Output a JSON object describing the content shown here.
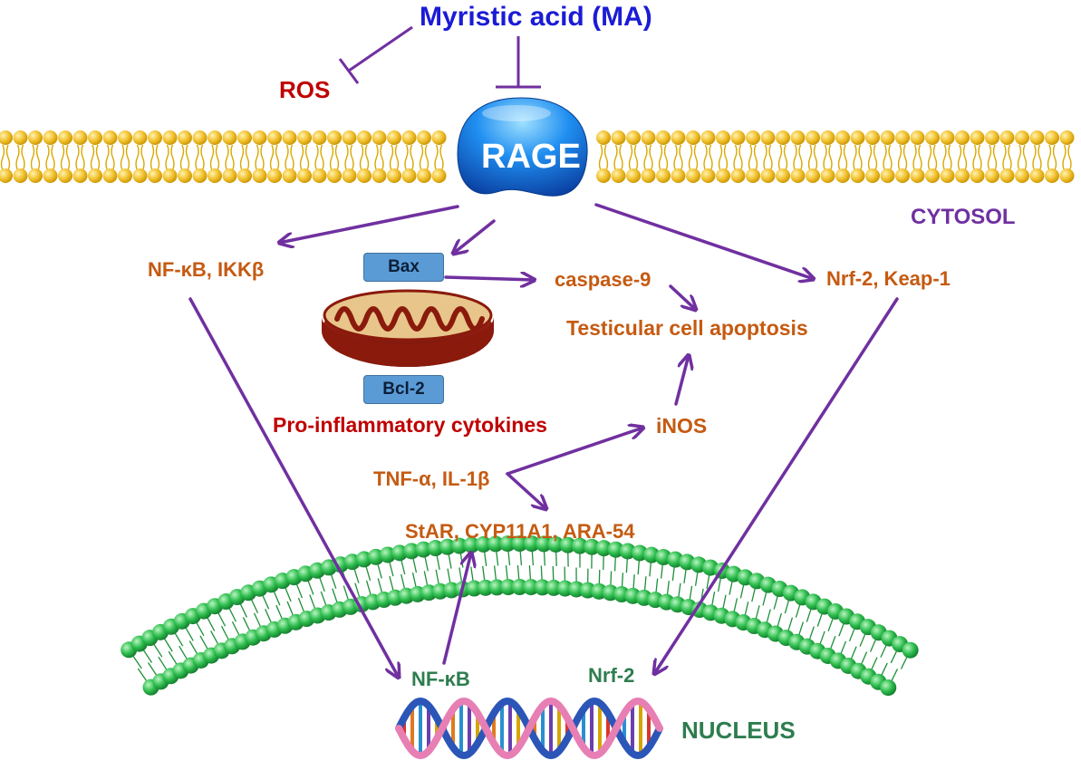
{
  "title": "Myristic acid (MA)",
  "ros": "ROS",
  "receptor": "RAGE",
  "cytosol": "CYTOSOL",
  "nucleus": "NUCLEUS",
  "nfkb_ikk": "NF-κB, IKKβ",
  "nrf2_keap1": "Nrf-2, Keap-1",
  "bax": "Bax",
  "bcl2": "Bcl-2",
  "caspase9": "caspase-9",
  "apoptosis": "Testicular cell apoptosis",
  "cytokines": "Pro-inflammatory cytokines",
  "inos": "iNOS",
  "tnf_il": "TNF-α, IL-1β",
  "star": "StAR, CYP11A1, ARA-54",
  "nfkb_nuc": "NF-κB",
  "nrf2_nuc": "Nrf-2",
  "colors": {
    "arrow": "#7030a0",
    "membrane": "#f2c230",
    "nuclear_membrane": "#28a745",
    "rage": "#1f7be0",
    "label_orange": "#c55a11",
    "label_red": "#c00000",
    "label_green": "#2e7d4f",
    "title_blue": "#1b1bd6"
  }
}
